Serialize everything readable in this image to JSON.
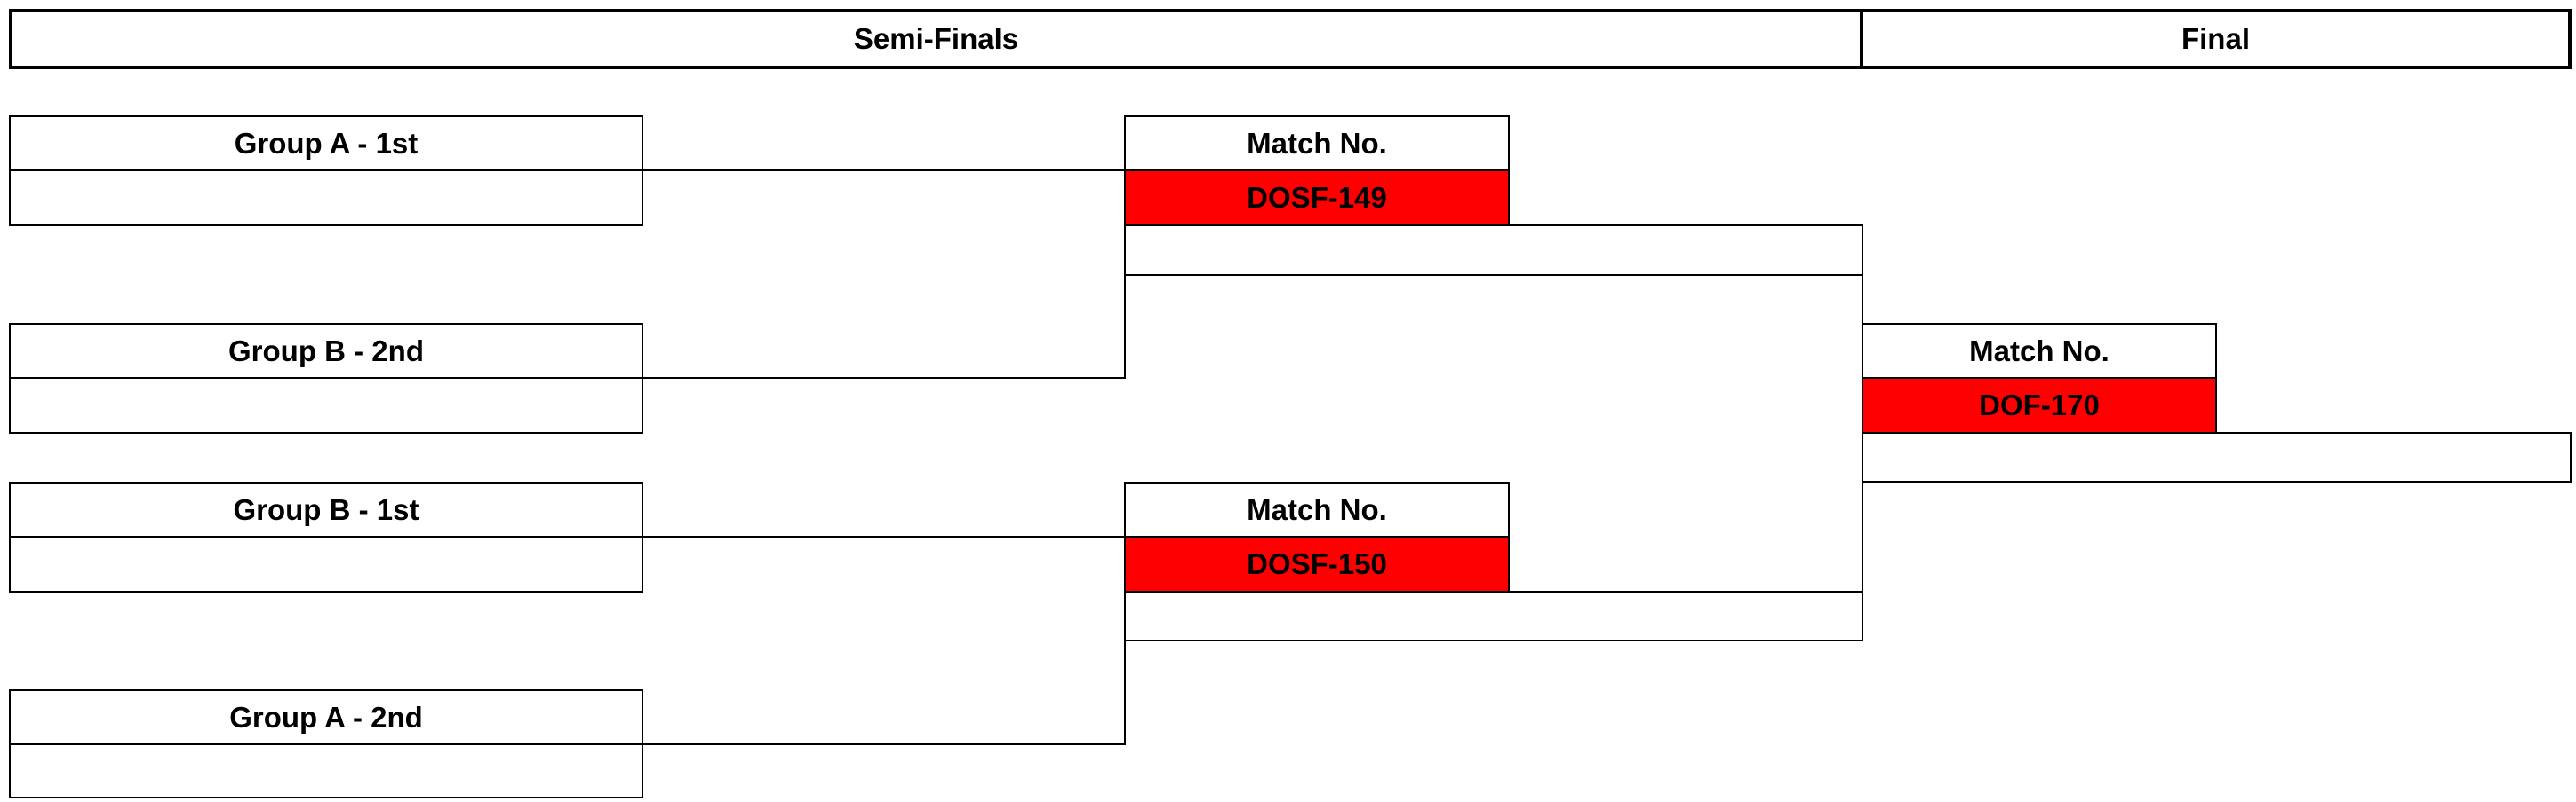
{
  "rounds": {
    "semi_finals_label": "Semi-Finals",
    "final_label": "Final"
  },
  "teams": [
    {
      "label": "Group A - 1st",
      "value": ""
    },
    {
      "label": "Group B - 2nd",
      "value": ""
    },
    {
      "label": "Group B - 1st",
      "value": ""
    },
    {
      "label": "Group A - 2nd",
      "value": ""
    }
  ],
  "semi_matches": [
    {
      "label": "Match No.",
      "code": "DOSF-149",
      "winner": ""
    },
    {
      "label": "Match No.",
      "code": "DOSF-150",
      "winner": ""
    }
  ],
  "final_match": {
    "label": "Match No.",
    "code": "DOF-170",
    "winner": ""
  },
  "colors": {
    "match_code_fill": "#ff0000",
    "border": "#000000"
  }
}
